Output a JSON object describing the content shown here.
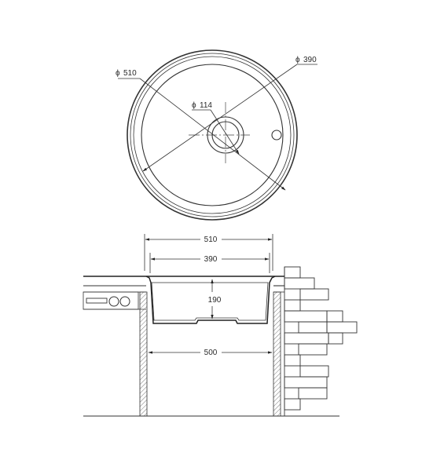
{
  "diagram": {
    "top_view": {
      "outer_diameter": "510",
      "bowl_diameter": "390",
      "drain_diameter": "114",
      "diameter_symbol": "ϕ"
    },
    "section_view": {
      "overall_width": "510",
      "bowl_width": "390",
      "depth": "190",
      "cabinet_width": "500"
    }
  }
}
